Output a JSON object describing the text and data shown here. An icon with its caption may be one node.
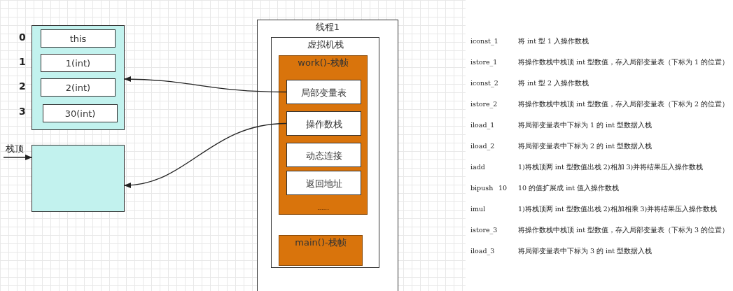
{
  "diagram": {
    "nodes": [
      {
        "text": [],
        "shape": "box"
      },
      {
        "text": [
          "this"
        ],
        "in": 0
      },
      {
        "text": [
          "1(int)"
        ],
        "in": 0
      },
      {
        "text": [
          "2(int)"
        ],
        "in": 0
      },
      {
        "text": [
          "30(int)"
        ],
        "in": 0
      },
      {
        "text": [],
        "shape": "box"
      },
      {
        "text": [
          "线程1"
        ]
      },
      {
        "text": [
          "虚拟机栈"
        ],
        "in": 6
      },
      {
        "text": [
          "work()-栈帧",
          "......"
        ],
        "in": 7
      },
      {
        "text": [
          "局部变量表"
        ],
        "in": 8
      },
      {
        "text": [
          "操作数栈"
        ],
        "in": 8
      },
      {
        "text": [
          "动态连接"
        ],
        "in": 8
      },
      {
        "text": [
          "返回地址"
        ],
        "in": 8
      },
      {
        "text": [
          "main()-栈帧"
        ],
        "in": 7
      }
    ],
    "edges": [
      {
        "from": 9,
        "to": 0,
        "arrow": "to"
      },
      {
        "from": 10,
        "to": 5,
        "arrow": "to"
      },
      {
        "from": null,
        "to": 5,
        "arrow": "to",
        "label": "栈顶"
      }
    ],
    "labels": [
      "0",
      "1",
      "2",
      "3",
      "iconst_1",
      "将 int 型 1 入操作数栈",
      "istore_1",
      "将操作数栈中栈顶 int 型数值，存入局部变量表（下标为 1 的位置）",
      "iconst_2",
      "将 int 型 2 入操作数栈",
      "istore_2",
      "将操作数栈中栈顶 int 型数值，存入局部变量表（下标为 2 的位置）",
      "iload_1",
      "将局部变量表中下标为 1 的 int 型数据入栈",
      "iload_2",
      "将局部变量表中下标为 2 的 int 型数据入栈",
      "iadd",
      "1)将栈顶两 int 型数值出栈 2)相加 3)并将结果压入操作数栈",
      "bipush",
      "10",
      "10 的值扩展成 int 值入操作数栈",
      "imul",
      "1)将栈顶两 int 型数值出栈 2)相加相乘 3)并将结果压入操作数栈",
      "istore_3",
      "将操作数栈中栈顶 int 型数值，存入局部变量表（下标为 3 的位置）",
      "iload_3",
      "将局部变量表中下标为 3 的 int 型数据入栈"
    ]
  }
}
